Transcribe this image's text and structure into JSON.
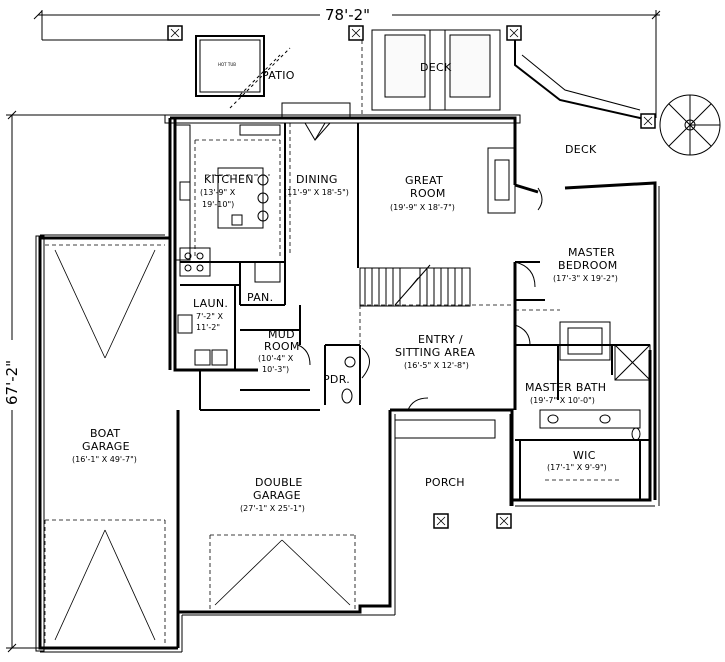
{
  "dimensions": {
    "overall_width": "78'-2\"",
    "overall_depth": "67'-2\""
  },
  "rooms": {
    "patio": {
      "name": "PATIO"
    },
    "hot_tub": {
      "name": "HOT TUB"
    },
    "deck_upper": {
      "name": "DECK"
    },
    "deck_right": {
      "name": "DECK"
    },
    "kitchen": {
      "name": "KITCHEN",
      "size_line1": "(13'-9\" X",
      "size_line2": "19'-10\")"
    },
    "dining": {
      "name": "DINING",
      "size": "(11'-9\" X 18'-5\")"
    },
    "great_room": {
      "name_line1": "GREAT",
      "name_line2": "ROOM",
      "size": "(19'-9\" X 18'-7\")"
    },
    "master_bedroom": {
      "name_line1": "MASTER",
      "name_line2": "BEDROOM",
      "size": "(17'-3\" X 19'-2\")"
    },
    "pantry": {
      "name": "PAN."
    },
    "laundry": {
      "name": "LAUN.",
      "size_line1": "7'-2\" X",
      "size_line2": "11'-2\""
    },
    "mud_room": {
      "name_line1": "MUD",
      "name_line2": "ROOM",
      "size_line1": "(10'-4\" X",
      "size_line2": "10'-3\")"
    },
    "powder": {
      "name": "PDR."
    },
    "entry": {
      "name_line1": "ENTRY /",
      "name_line2": "SITTING AREA",
      "size": "(16'-5\" X 12'-8\")"
    },
    "master_bath": {
      "name": "MASTER BATH",
      "size": "(19'-7\" X 10'-0\")"
    },
    "wic": {
      "name": "WIC",
      "size": "(17'-1\" X 9'-9\")"
    },
    "boat_garage": {
      "name_line1": "BOAT",
      "name_line2": "GARAGE",
      "size": "(16'-1\" X 49'-7\")"
    },
    "double_garage": {
      "name_line1": "DOUBLE",
      "name_line2": "GARAGE",
      "size": "(27'-1\" X 25'-1\")"
    },
    "porch": {
      "name": "PORCH"
    }
  }
}
